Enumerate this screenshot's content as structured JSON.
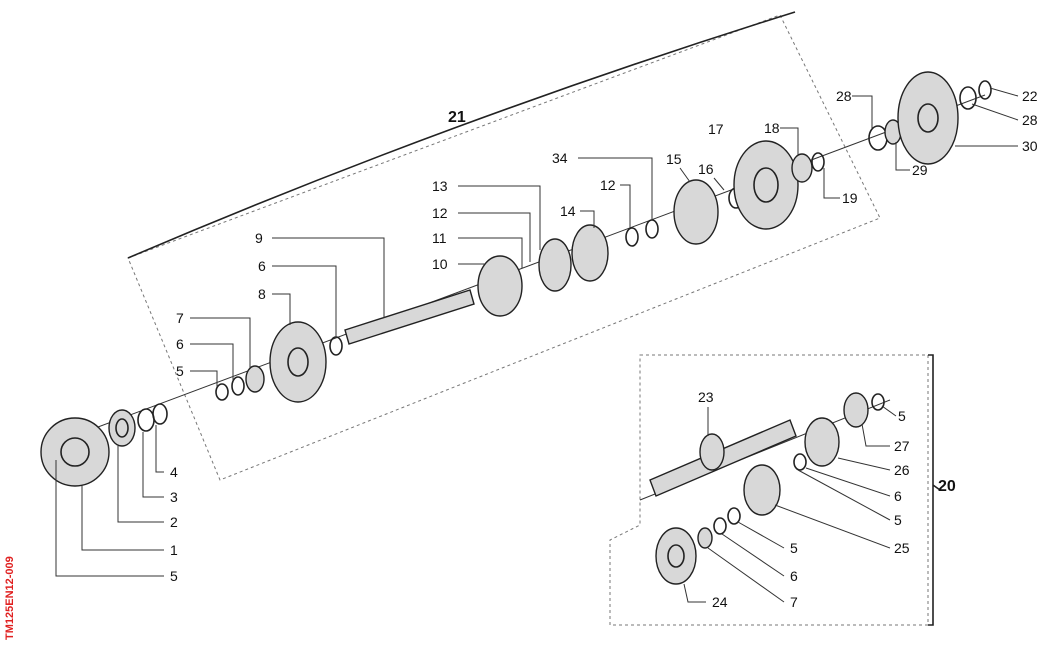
{
  "reference_code": "TM125EN12-009",
  "group_labels": {
    "main": "21",
    "countershaft": "20"
  },
  "callouts_main": [
    "21",
    "9",
    "8",
    "7",
    "6",
    "5",
    "6",
    "4",
    "3",
    "2",
    "1",
    "5",
    "10",
    "11",
    "12",
    "13",
    "14",
    "12",
    "34",
    "15",
    "16",
    "17",
    "18",
    "19",
    "28",
    "29",
    "28",
    "22",
    "30"
  ],
  "callouts_sub": [
    "23",
    "5",
    "27",
    "26",
    "6",
    "5",
    "25",
    "5",
    "6",
    "24",
    "7"
  ]
}
